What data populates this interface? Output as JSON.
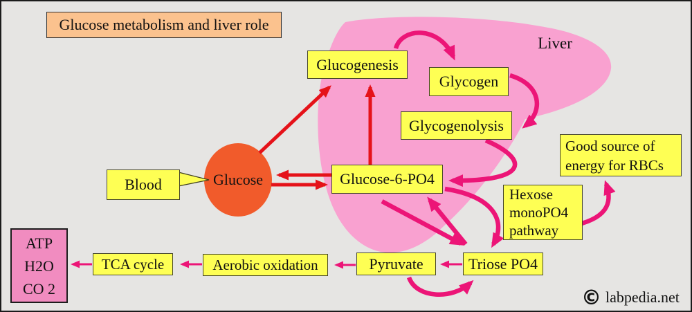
{
  "title": "Glucose metabolism and liver role",
  "liver": {
    "label": "Liver"
  },
  "nodes": {
    "glucogenesis": "Glucogenesis",
    "glycogen": "Glycogen",
    "glycogenolysis": "Glycogenolysis",
    "glucose6po4": "Glucose-6-PO4",
    "glucose": "Glucose",
    "blood": "Blood",
    "good_source": [
      "Good source of",
      "energy for RBCs"
    ],
    "hexose_pathway": [
      "Hexose",
      "monoPO4",
      "pathway"
    ],
    "triose": "Triose PO4",
    "pyruvate": "Pyruvate",
    "aerobic_oxidation": "Aerobic oxidation",
    "tca_cycle": "TCA cycle",
    "end_products": [
      "ATP",
      "H2O",
      "CO 2"
    ]
  },
  "watermark": {
    "copyright_symbol": "©",
    "site": "labpedia.net"
  },
  "colors": {
    "background": "#e6e5e3",
    "box_yellow": "#feff54",
    "title_peach": "#fbc28e",
    "liver_pink": "#f9a1d0",
    "products_pink": "#f18cc0",
    "glucose_orange": "#f15b2b",
    "arrow_red": "#e51219",
    "arrow_magenta": "#ec1577",
    "text": "#111111"
  }
}
